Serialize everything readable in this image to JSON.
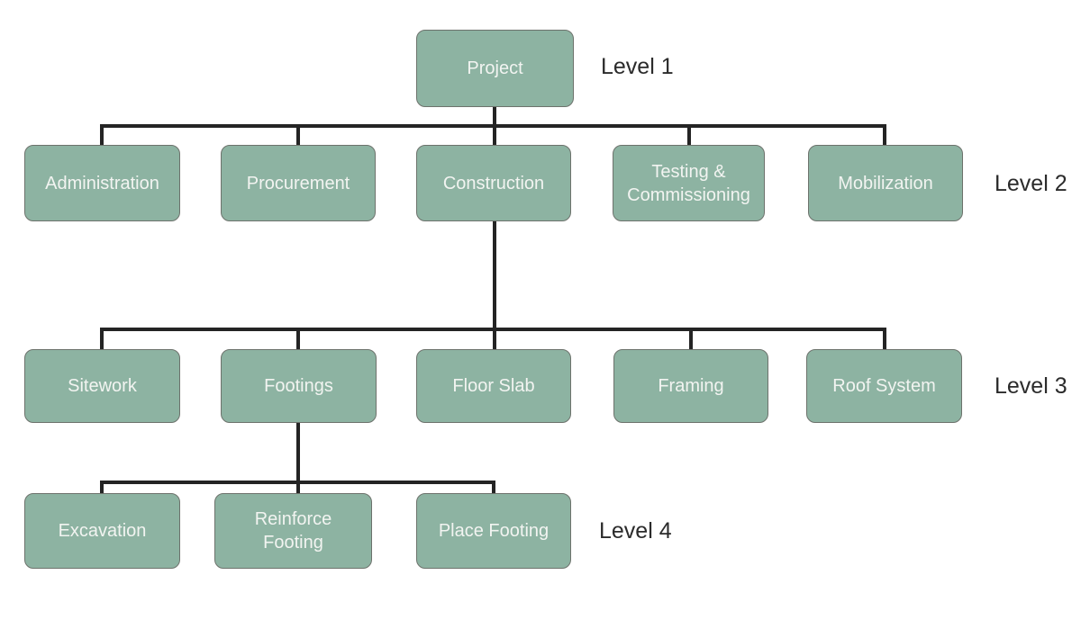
{
  "level_labels": [
    "Level 1",
    "Level 2",
    "Level 3",
    "Level 4"
  ],
  "nodes": {
    "project": "Project",
    "administration": "Administration",
    "procurement": "Procurement",
    "construction": "Construction",
    "testing_commissioning": "Testing & Commissioning",
    "mobilization": "Mobilization",
    "sitework": "Sitework",
    "footings": "Footings",
    "floor_slab": "Floor Slab",
    "framing": "Framing",
    "roof_system": "Roof System",
    "excavation": "Excavation",
    "reinforce_footing": "Reinforce Footing",
    "place_footing": "Place Footing"
  },
  "hierarchy": {
    "Project": [
      "Administration",
      "Procurement",
      "Construction",
      "Testing & Commissioning",
      "Mobilization"
    ],
    "Construction": [
      "Sitework",
      "Footings",
      "Floor Slab",
      "Framing",
      "Roof System"
    ],
    "Footings": [
      "Excavation",
      "Reinforce Footing",
      "Place Footing"
    ]
  },
  "colors": {
    "node_fill": "#8db3a2",
    "node_border": "#6d726c",
    "node_text": "#f2f4f1",
    "connector": "#242424",
    "label_text": "#2b2b2b",
    "background": "#ffffff"
  }
}
